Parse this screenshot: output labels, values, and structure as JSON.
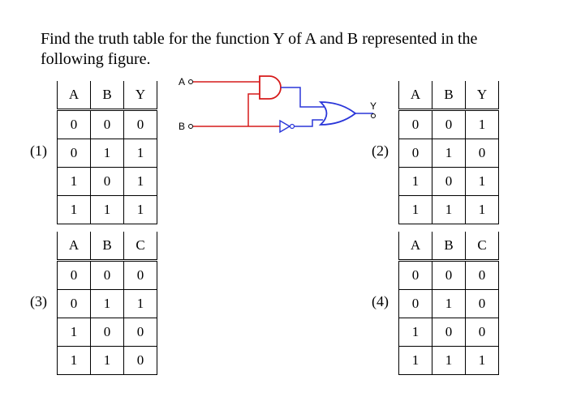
{
  "question": "Find the truth table for the function Y of A and B represented in the following figure.",
  "circuit": {
    "input_a": "A",
    "input_b": "B",
    "output": "Y",
    "colors": {
      "and_gate": "#d61a1a",
      "or_gate": "#2a36d9",
      "inverter": "#2a36d9",
      "wire_red": "#d61a1a",
      "wire_blue": "#2a36d9"
    }
  },
  "options": [
    {
      "label": "(1)",
      "headers": [
        "A",
        "B",
        "Y"
      ],
      "rows": [
        [
          "0",
          "0",
          "0"
        ],
        [
          "0",
          "1",
          "1"
        ],
        [
          "1",
          "0",
          "1"
        ],
        [
          "1",
          "1",
          "1"
        ]
      ]
    },
    {
      "label": "(2)",
      "headers": [
        "A",
        "B",
        "Y"
      ],
      "rows": [
        [
          "0",
          "0",
          "1"
        ],
        [
          "0",
          "1",
          "0"
        ],
        [
          "1",
          "0",
          "1"
        ],
        [
          "1",
          "1",
          "1"
        ]
      ]
    },
    {
      "label": "(3)",
      "headers": [
        "A",
        "B",
        "C"
      ],
      "rows": [
        [
          "0",
          "0",
          "0"
        ],
        [
          "0",
          "1",
          "1"
        ],
        [
          "1",
          "0",
          "0"
        ],
        [
          "1",
          "1",
          "0"
        ]
      ]
    },
    {
      "label": "(4)",
      "headers": [
        "A",
        "B",
        "C"
      ],
      "rows": [
        [
          "0",
          "0",
          "0"
        ],
        [
          "0",
          "1",
          "0"
        ],
        [
          "1",
          "0",
          "0"
        ],
        [
          "1",
          "1",
          "1"
        ]
      ]
    }
  ]
}
